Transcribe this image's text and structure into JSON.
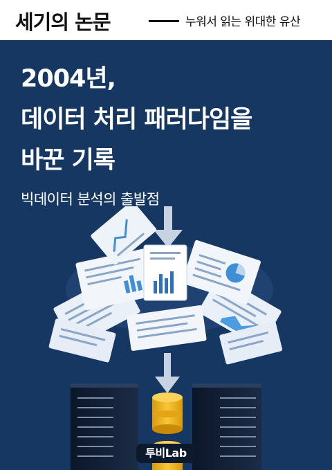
{
  "header": {
    "series": "세기의 논문",
    "tagline": "누워서 읽는 위대한 유산"
  },
  "cover": {
    "title_lines": [
      "2004년,",
      "데이터 처리 패러다임을",
      "바꾼 기록"
    ],
    "subtitle": "빅데이터 분석의 출발점",
    "brand": "투비Lab",
    "colors": {
      "background": "#173763",
      "paper": "#f2f6fb",
      "accent": "#3f8fd6",
      "coin": "#f2b51c",
      "server": "#111e33"
    },
    "icons": [
      "document-stack-icon",
      "arrow-down-icon",
      "server-rack-icon",
      "coin-stack-icon",
      "bar-chart-icon",
      "pie-chart-icon",
      "line-chart-icon"
    ]
  }
}
